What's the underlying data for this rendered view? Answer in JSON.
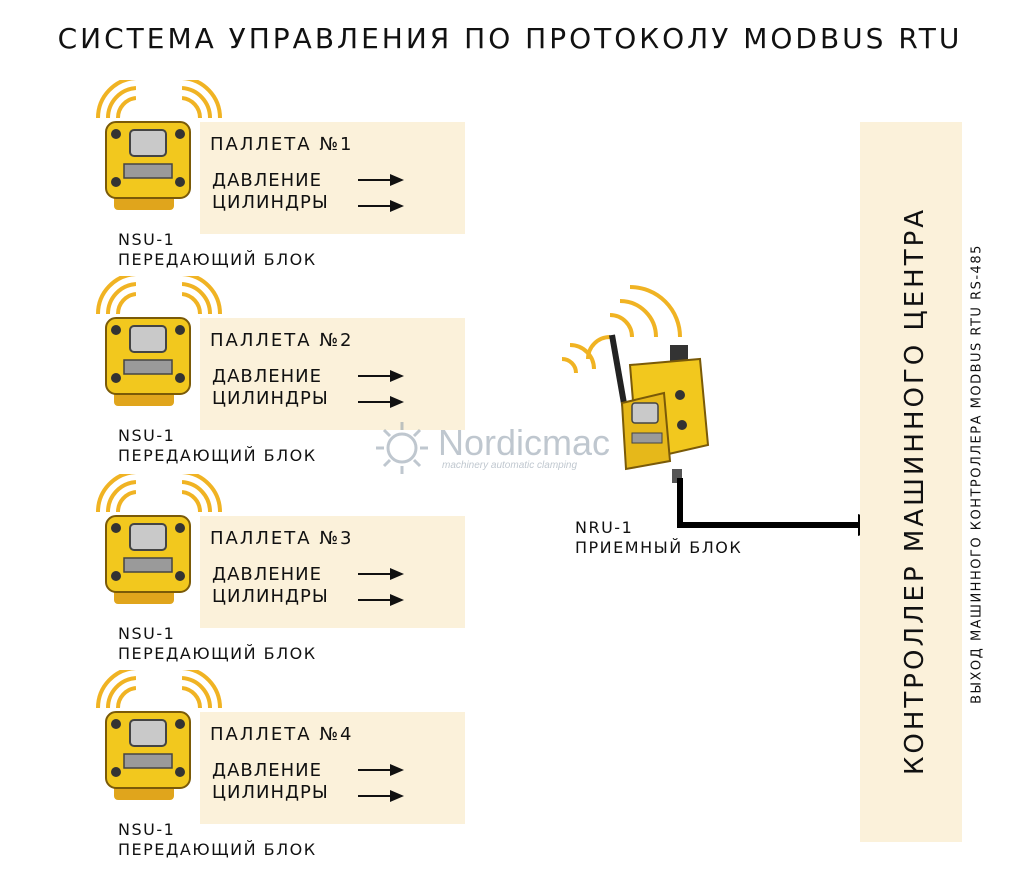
{
  "title": "СИСТЕМА УПРАВЛЕНИЯ ПО ПРОТОКОЛУ MODBUS RTU",
  "pallets": [
    {
      "name": "ПАЛЛЕТА №1",
      "signal_1": "ДАВЛЕНИЕ",
      "signal_2": "ЦИЛИНДРЫ",
      "unit": "NSU-1",
      "role": "ПЕРЕДАЮЩИЙ БЛОК"
    },
    {
      "name": "ПАЛЛЕТА №2",
      "signal_1": "ДАВЛЕНИЕ",
      "signal_2": "ЦИЛИНДРЫ",
      "unit": "NSU-1",
      "role": "ПЕРЕДАЮЩИЙ БЛОК"
    },
    {
      "name": "ПАЛЛЕТА №3",
      "signal_1": "ДАВЛЕНИЕ",
      "signal_2": "ЦИЛИНДРЫ",
      "unit": "NSU-1",
      "role": "ПЕРЕДАЮЩИЙ БЛОК"
    },
    {
      "name": "ПАЛЛЕТА №4",
      "signal_1": "ДАВЛЕНИЕ",
      "signal_2": "ЦИЛИНДРЫ",
      "unit": "NSU-1",
      "role": "ПЕРЕДАЮЩИЙ БЛОК"
    }
  ],
  "receiver": {
    "unit": "NRU-1",
    "role": "ПРИЕМНЫЙ БЛОК"
  },
  "controller": {
    "label": "КОНТРОЛЛЕР МАШИННОГО ЦЕНТРА",
    "output": "ВЫХОД МАШИННОГО КОНТРОЛЛЕРА MODBUS RTU RS-485"
  },
  "watermark": {
    "brand": "Nordicmac",
    "tagline": "machinery automatic clamping"
  },
  "colors": {
    "device_yellow": "#f2c81e",
    "panel_bg": "#fbf1da",
    "wave": "#f0b323",
    "text": "#111111"
  },
  "icons": [
    "wireless-signal-icon",
    "wireless-node-icon",
    "arrow-right-icon"
  ]
}
